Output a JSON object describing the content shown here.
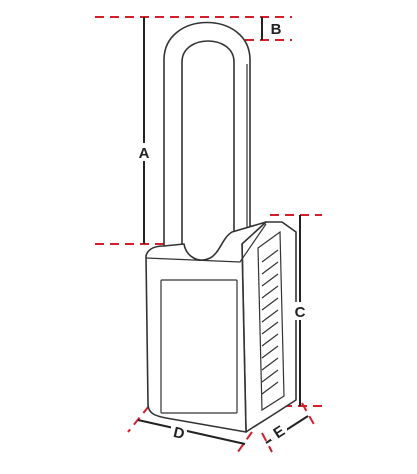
{
  "diagram": {
    "labels": {
      "a": "A",
      "b": "B",
      "c": "C",
      "d": "D",
      "e": "E"
    },
    "colors": {
      "guide": "#d21f2b",
      "outline": "#333333",
      "dimension_line": "#222222",
      "background": "#ffffff"
    }
  }
}
